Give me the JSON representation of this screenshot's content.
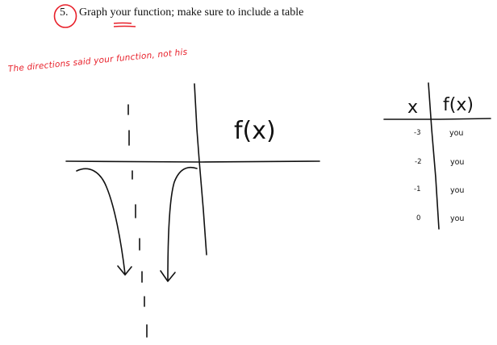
{
  "question": {
    "number": "5.",
    "text": "Graph your function; make sure to include a table"
  },
  "annotation": {
    "text": "The directions said your function, not his"
  },
  "graph": {
    "label": "f(x)"
  },
  "table": {
    "headers": [
      "x",
      "f(x)"
    ],
    "rows": [
      {
        "x": "-3",
        "fx": "you"
      },
      {
        "x": "-2",
        "fx": "you"
      },
      {
        "x": "-1",
        "fx": "you"
      },
      {
        "x": "0",
        "fx": "you"
      }
    ]
  },
  "colors": {
    "ink": "#111111",
    "annotation": "#e8202a"
  }
}
